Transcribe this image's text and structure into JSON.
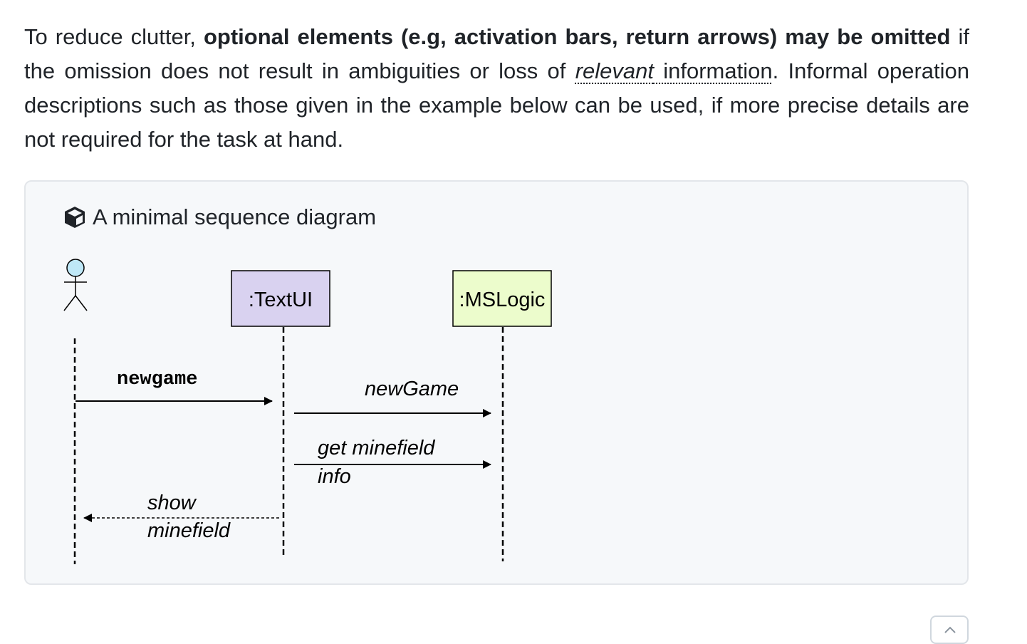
{
  "paragraph": {
    "seg1": "To reduce clutter, ",
    "bold": "optional elements (e.g, activation bars, return arrows) may be omitted",
    "seg2": " if the omission does not result in ambiguities or loss of ",
    "link_italic": "relevant",
    "link_rest": " information",
    "seg3": ". Informal operation descriptions such as those given in the example below can be used, if more precise details are not required for the task at hand."
  },
  "example_box": {
    "icon": "cube-icon",
    "title": "A minimal sequence diagram"
  },
  "diagram": {
    "participants": [
      {
        "label": ":TextUI",
        "color": "#d9d2f0"
      },
      {
        "label": ":MSLogic",
        "color": "#ecfccc"
      }
    ],
    "actor_color": "#bfe8f7",
    "messages": [
      {
        "label": "newgame"
      },
      {
        "label": "newGame"
      },
      {
        "label_line1": "get minefield",
        "label_line2": "info"
      },
      {
        "label_line1": "show",
        "label_line2": "minefield"
      }
    ]
  },
  "scroll_top_button": {
    "icon": "chevron-up-icon"
  }
}
